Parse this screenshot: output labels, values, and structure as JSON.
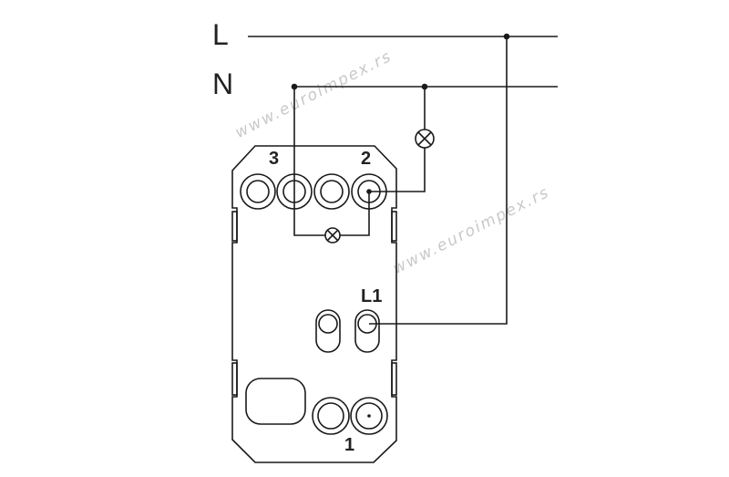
{
  "labels": {
    "line": "L",
    "neutral": "N",
    "terminal_3": "3",
    "terminal_2": "2",
    "terminal_l1": "L1",
    "terminal_1": "1"
  },
  "watermarks": [
    "www.euroimpex.rs",
    "www.euroimpex.rs"
  ]
}
